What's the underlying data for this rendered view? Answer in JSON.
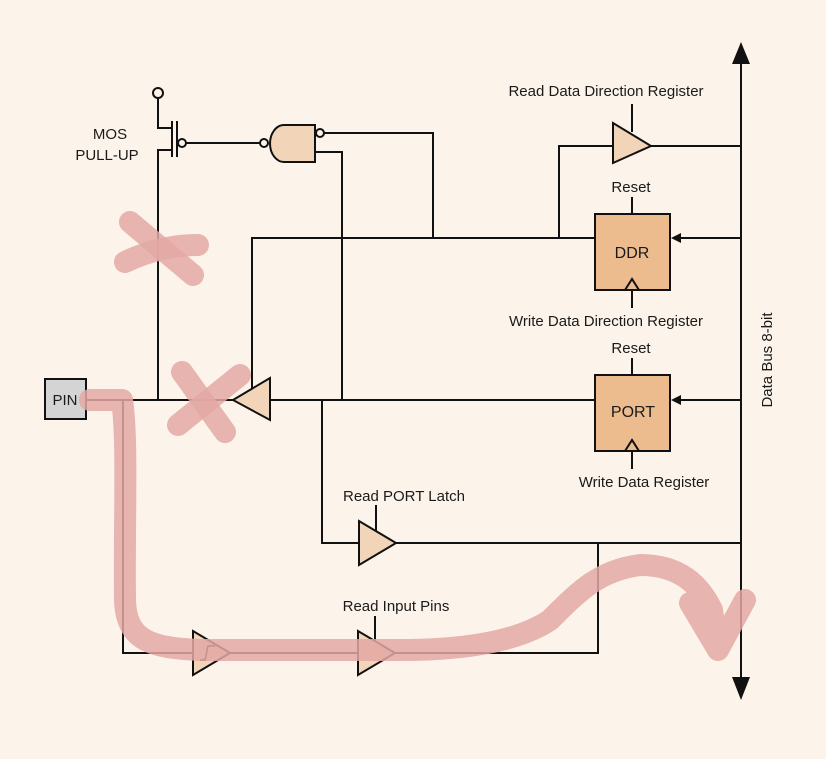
{
  "diagram": {
    "title": "AVR I/O port pin schematic",
    "background_color": "#fcf4ea",
    "highlight_color": "#e3a8a4",
    "component_fill": "#f2d5b8",
    "register_fill": "#ecbc8f",
    "pin_fill": "#d4d4d4",
    "labels": {
      "mos_pullup_line1": "MOS",
      "mos_pullup_line2": "PULL-UP",
      "read_ddr": "Read Data Direction Register",
      "ddr_reset": "Reset",
      "ddr": "DDR",
      "write_ddr": "Write Data Direction Register",
      "port_reset": "Reset",
      "port": "PORT",
      "write_data": "Write Data Register",
      "read_port_latch": "Read PORT Latch",
      "read_input_pins": "Read Input Pins",
      "pin": "PIN",
      "data_bus": "Data Bus 8-bit"
    },
    "annotations": [
      {
        "type": "cross",
        "meaning": "pull-up path disabled"
      },
      {
        "type": "cross",
        "meaning": "output driver disabled"
      },
      {
        "type": "arrow-path",
        "meaning": "input signal path from PIN through Schmitt trigger and Read Input Pins buffer to data bus"
      }
    ]
  }
}
